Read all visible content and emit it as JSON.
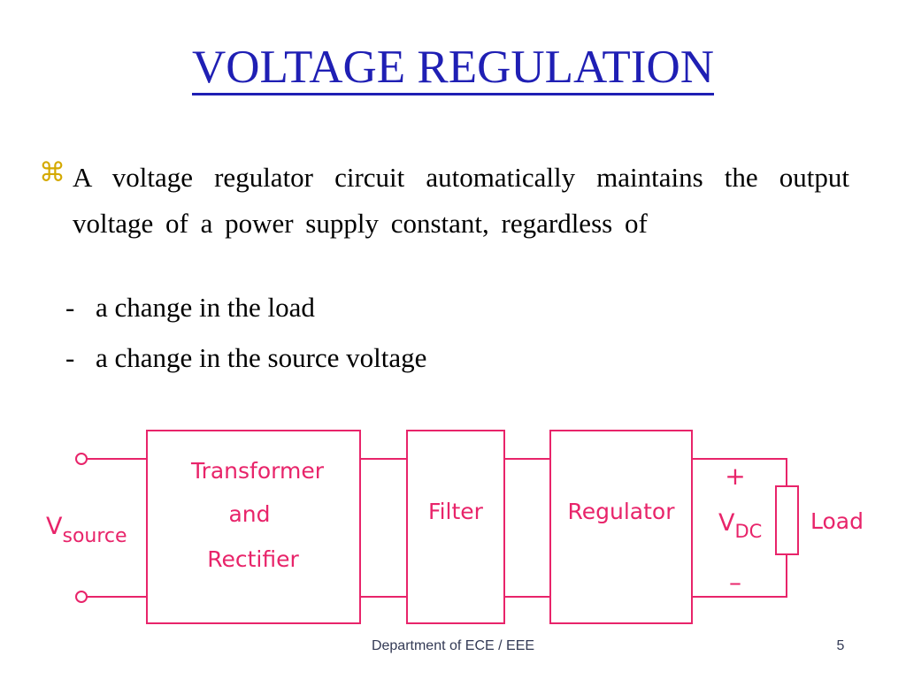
{
  "title": "VOLTAGE REGULATION",
  "bullet": {
    "icon": "command-symbol-icon",
    "text": "A voltage regulator circuit automatically   maintains the output voltage of a power supply constant, regardless of"
  },
  "sub_items": [
    {
      "dash": "-",
      "text": "a change in the load"
    },
    {
      "dash": "-",
      "text": "a change in the source voltage"
    }
  ],
  "diagram": {
    "color": "#e8246a",
    "source_label_main": "V",
    "source_label_sub": "source",
    "block1_line1": "Transformer",
    "block1_line2": "and",
    "block1_line3": "Rectifier",
    "block2": "Filter",
    "block3": "Regulator",
    "plus": "+",
    "minus": "–",
    "vdc_main": "V",
    "vdc_sub": "DC",
    "load": "Load"
  },
  "footer": "Department of ECE / EEE",
  "page_number": "5"
}
